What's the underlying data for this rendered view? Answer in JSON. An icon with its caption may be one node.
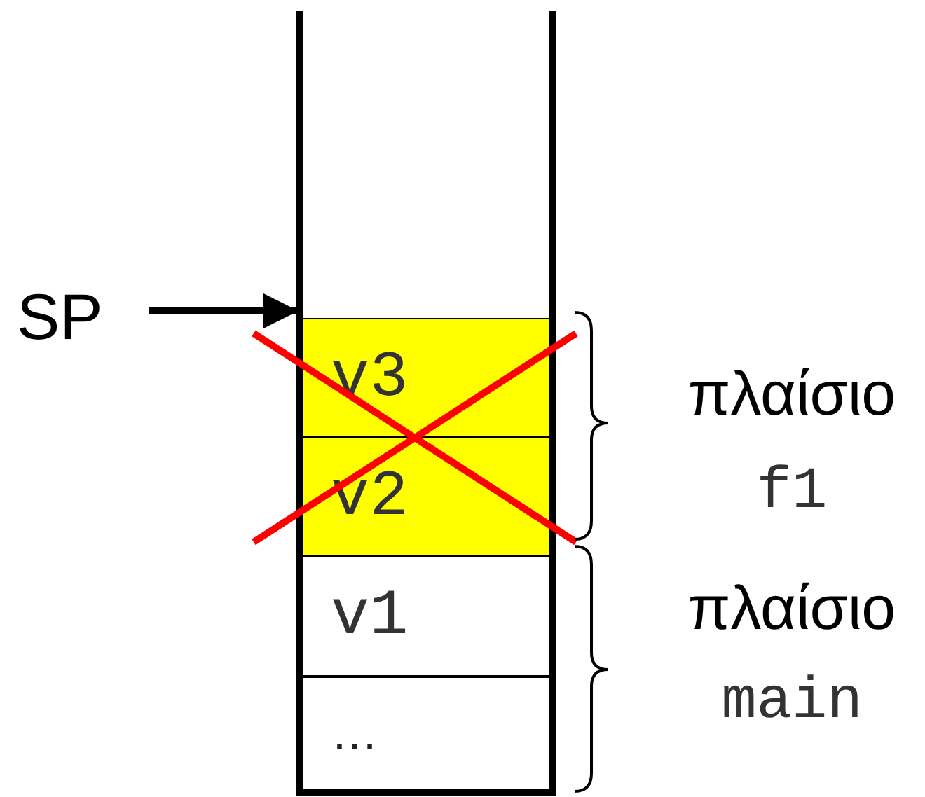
{
  "diagram": {
    "nodes": [
      {
        "text": [],
        "shape": "box"
      },
      {
        "text": [
          "v3"
        ],
        "in": 0
      },
      {
        "text": [
          "v2"
        ],
        "in": 0
      },
      {
        "text": [
          "v1"
        ],
        "in": 0
      },
      {
        "text": [
          "…"
        ],
        "in": 0
      },
      {
        "text": [
          "SP"
        ]
      }
    ],
    "edges": [
      {
        "from": 5,
        "to": 1,
        "arrow": "to"
      }
    ],
    "labels": [
      "πλαίσιο",
      "f1",
      "πλαίσιο",
      "main"
    ]
  }
}
